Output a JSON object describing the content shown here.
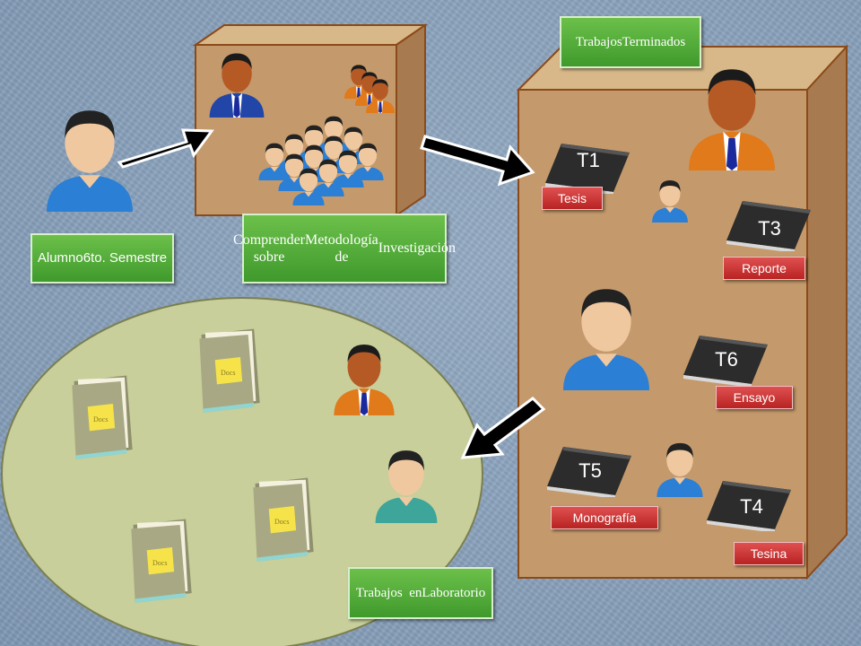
{
  "labels": {
    "student": [
      "Alumno",
      "6to. Semestre"
    ],
    "understand": [
      "Comprender sobre",
      "Metodología de",
      "Investigación"
    ],
    "finished": [
      "Trabajos",
      "Terminados"
    ],
    "lab": [
      "Trabajos  en",
      "Laboratorio"
    ]
  },
  "works": [
    {
      "code": "T1",
      "name": "Tesis"
    },
    {
      "code": "T3",
      "name": "Reporte"
    },
    {
      "code": "T6",
      "name": "Ensayo"
    },
    {
      "code": "T5",
      "name": "Monografía"
    },
    {
      "code": "T4",
      "name": "Tesina"
    }
  ],
  "doc_stamp": "Docs",
  "colors": {
    "label_green": "#4caf35",
    "label_red": "#c62828",
    "box_fill": "#c49a6c",
    "circle_fill": "#c8cf9a",
    "arrow": "#000000"
  }
}
